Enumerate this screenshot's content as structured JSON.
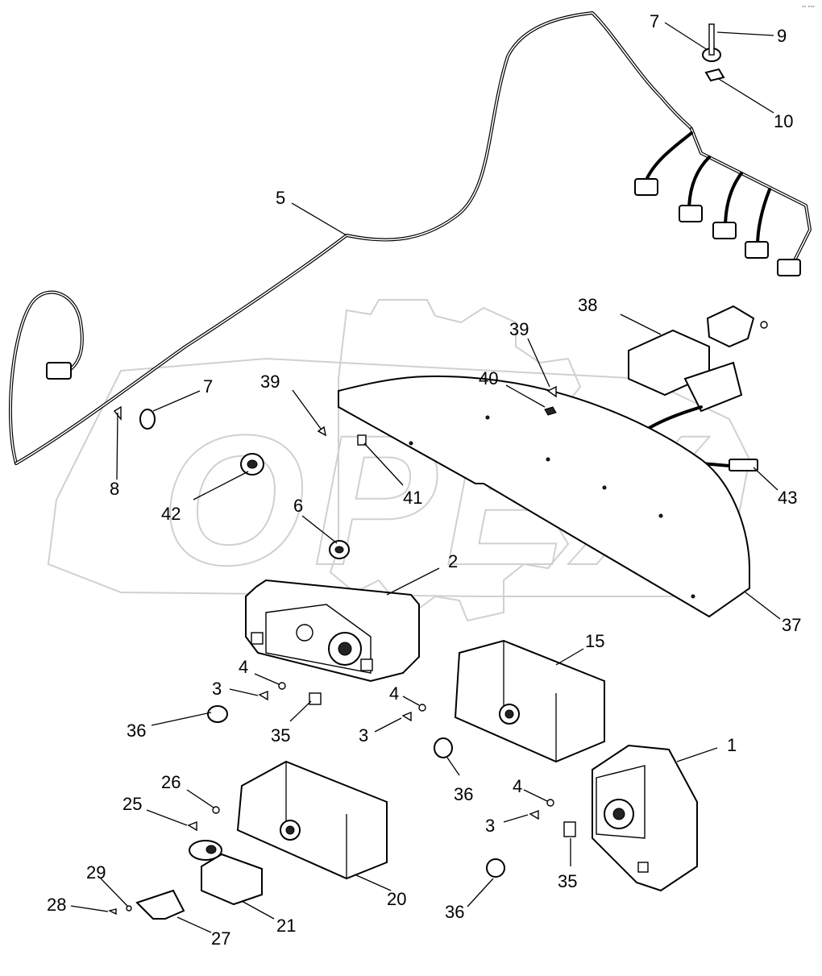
{
  "diagram": {
    "watermark": "OPEX",
    "corner_note": "°° °°°",
    "callouts": [
      {
        "id": "c-7a",
        "text": "7"
      },
      {
        "id": "c-9",
        "text": "9"
      },
      {
        "id": "c-10",
        "text": "10"
      },
      {
        "id": "c-5",
        "text": "5"
      },
      {
        "id": "c-38",
        "text": "38"
      },
      {
        "id": "c-39a",
        "text": "39"
      },
      {
        "id": "c-40",
        "text": "40"
      },
      {
        "id": "c-39b",
        "text": "39"
      },
      {
        "id": "c-7b",
        "text": "7"
      },
      {
        "id": "c-8",
        "text": "8"
      },
      {
        "id": "c-42",
        "text": "42"
      },
      {
        "id": "c-41",
        "text": "41"
      },
      {
        "id": "c-43",
        "text": "43"
      },
      {
        "id": "c-6",
        "text": "6"
      },
      {
        "id": "c-2",
        "text": "2"
      },
      {
        "id": "c-37",
        "text": "37"
      },
      {
        "id": "c-15",
        "text": "15"
      },
      {
        "id": "c-4a",
        "text": "4"
      },
      {
        "id": "c-3a",
        "text": "3"
      },
      {
        "id": "c-36a",
        "text": "36"
      },
      {
        "id": "c-35a",
        "text": "35"
      },
      {
        "id": "c-4b",
        "text": "4"
      },
      {
        "id": "c-3b",
        "text": "3"
      },
      {
        "id": "c-36b",
        "text": "36"
      },
      {
        "id": "c-1",
        "text": "1"
      },
      {
        "id": "c-26",
        "text": "26"
      },
      {
        "id": "c-25",
        "text": "25"
      },
      {
        "id": "c-4c",
        "text": "4"
      },
      {
        "id": "c-3c",
        "text": "3"
      },
      {
        "id": "c-29",
        "text": "29"
      },
      {
        "id": "c-28",
        "text": "28"
      },
      {
        "id": "c-35b",
        "text": "35"
      },
      {
        "id": "c-20",
        "text": "20"
      },
      {
        "id": "c-21",
        "text": "21"
      },
      {
        "id": "c-27",
        "text": "27"
      },
      {
        "id": "c-36c",
        "text": "36"
      }
    ]
  }
}
